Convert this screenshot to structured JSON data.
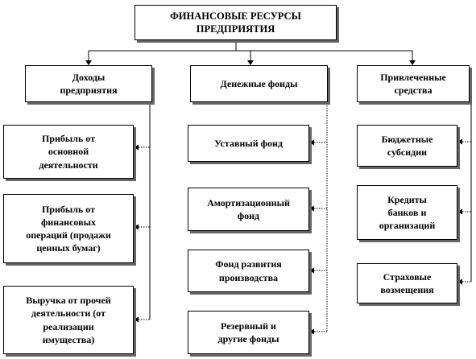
{
  "root": "ФИНАНСОВЫЕ РЕСУРСЫ\nПРЕДПРИЯТИЯ",
  "categories": {
    "income": "Доходы\nпредприятия",
    "funds": "Денежные фонды",
    "attracted": "Привлеченные\nсредства"
  },
  "income_items": [
    "Прибыль от\nосновной\nдеятельности",
    "Прибыль от\nфинансовых\nопераций (продажи\nценных бумаг)",
    "Выручка от прочей\nдеятельности (от\nреализации\nимущества)"
  ],
  "funds_items": [
    "Уставный фонд",
    "Амортизационный\nфонд",
    "Фонд развития\nпроизводства",
    "Резервный и\nдругие фонды"
  ],
  "attracted_items": [
    "Бюджетные\nсубсидии",
    "Кредиты\nбанков и\nорганизаций",
    "Страховые\nвозмещения"
  ]
}
